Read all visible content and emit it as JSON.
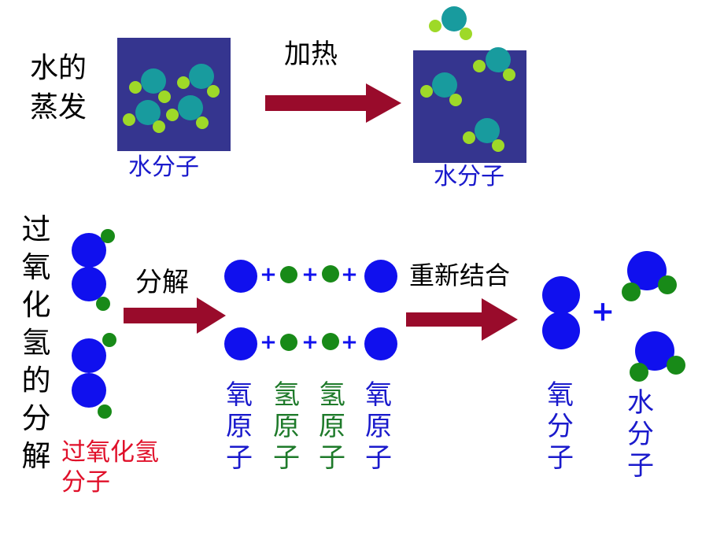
{
  "evaporation": {
    "title": "水的蒸发",
    "arrow_label": "加热",
    "left_box_label": "水分子",
    "right_box_label": "水分子"
  },
  "decomposition": {
    "title": "过氧化氢的分解",
    "molecule_label": "过氧化氢分子",
    "arrow1_label": "分解",
    "arrow2_label": "重新结合",
    "atom_labels": [
      "氧原子",
      "氢原子",
      "氢原子",
      "氧原子"
    ],
    "product_labels": [
      "氧分子",
      "水分子"
    ],
    "plus_signs": [
      "+",
      "+",
      "+",
      "+",
      "+",
      "+",
      "+",
      "+",
      "+"
    ]
  },
  "colors": {
    "box": "#35358f",
    "oxygen_in_box": "#189b9e",
    "hydrogen_in_box": "#9ed928",
    "oxygen_atom": "#1010ee",
    "hydrogen_atom": "#188a18",
    "arrow": "#990b2b",
    "plus": "#1010ee",
    "text_black": "#000000",
    "text_blue": "#1a1acc",
    "text_green": "#1e7a2a",
    "text_red": "#e0102a"
  }
}
